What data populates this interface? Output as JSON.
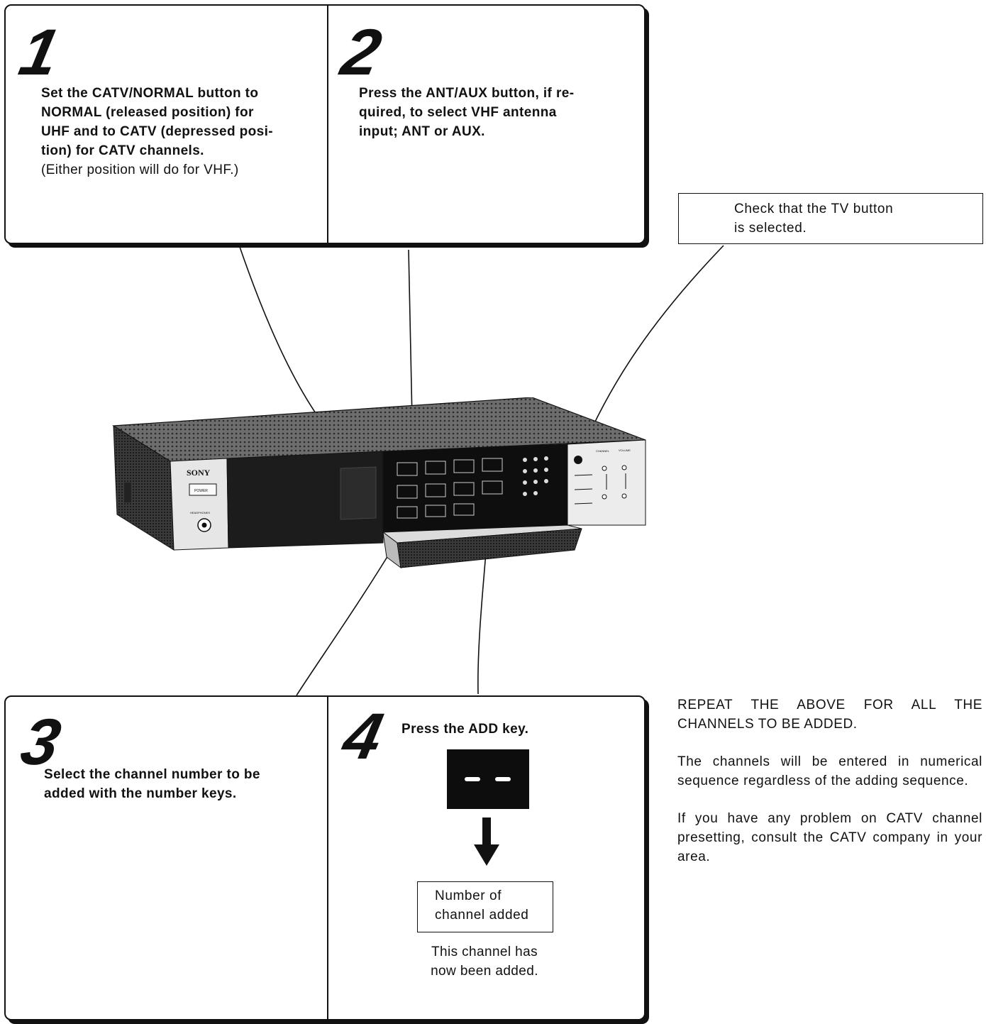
{
  "steps": {
    "s1": {
      "number": "1",
      "text_bold": "Set the CATV/NORMAL button to NORMAL (released position) for UHF and to CATV (depressed position) for CATV channels.",
      "lines": [
        "Set the CATV/NORMAL button to",
        "NORMAL (released position) for",
        "UHF and to CATV (depressed posi-",
        "tion) for CATV channels."
      ],
      "note": "(Either position will do for VHF.)"
    },
    "s2": {
      "number": "2",
      "lines": [
        "Press the ANT/AUX button, if re-",
        "quired, to select VHF antenna",
        "input; ANT or AUX."
      ]
    },
    "s3": {
      "number": "3",
      "lines": [
        "Select the channel number to be",
        "added with the number keys."
      ]
    },
    "s4": {
      "number": "4",
      "heading": "Press the ADD key.",
      "display_label_lines": [
        "Number of",
        "channel added"
      ],
      "result_lines": [
        "This channel has",
        "now been added."
      ]
    }
  },
  "callout_tv": [
    "Check that the TV button",
    "is selected."
  ],
  "device": {
    "brand": "SONY",
    "jack_label": "HEADPHONES",
    "power_label": "POWER",
    "panel_labels": [
      "CHANNEL",
      "VOLUME"
    ]
  },
  "side_paragraphs": [
    "REPEAT THE ABOVE FOR ALL THE CHANNELS TO BE ADDED.",
    "The channels will be entered in numerical sequence regardless of the adding sequence.",
    "If you have any problem on CATV channel presetting, consult the CATV company in your area."
  ],
  "colors": {
    "ink": "#111111",
    "paper": "#ffffff"
  }
}
